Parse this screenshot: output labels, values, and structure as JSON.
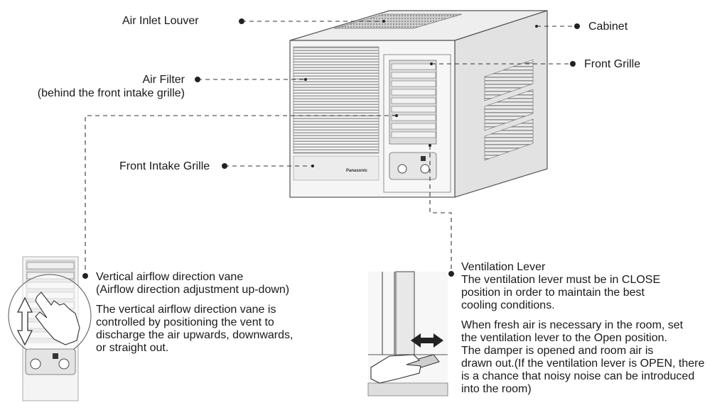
{
  "labels": {
    "air_inlet_louver": "Air Inlet Louver",
    "cabinet": "Cabinet",
    "front_grille": "Front Grille",
    "air_filter": "Air Filter",
    "air_filter_note": "(behind the front intake grille)",
    "front_intake_grille": "Front Intake Grille",
    "brand": "Panasonic"
  },
  "vane": {
    "title": "Vertical airflow direction vane",
    "subtitle": "(Airflow direction adjustment up-down)",
    "desc": [
      "The vertical airflow direction vane is",
      "controlled by positioning the vent to",
      "discharge the air upwards, downwards,",
      "or straight out."
    ]
  },
  "ventilation": {
    "title": "Ventilation Lever",
    "para1": [
      "The ventilation lever must be in CLOSE",
      "position in order to maintain the best",
      "cooling conditions."
    ],
    "para2": [
      "When fresh air is necessary in the room, set",
      "the ventilation lever to the Open position.",
      "The damper is opened and room air is",
      "drawn out.(If the ventilation lever is OPEN, there",
      "is a chance that noisy noise can be introduced",
      "into the room)"
    ]
  }
}
